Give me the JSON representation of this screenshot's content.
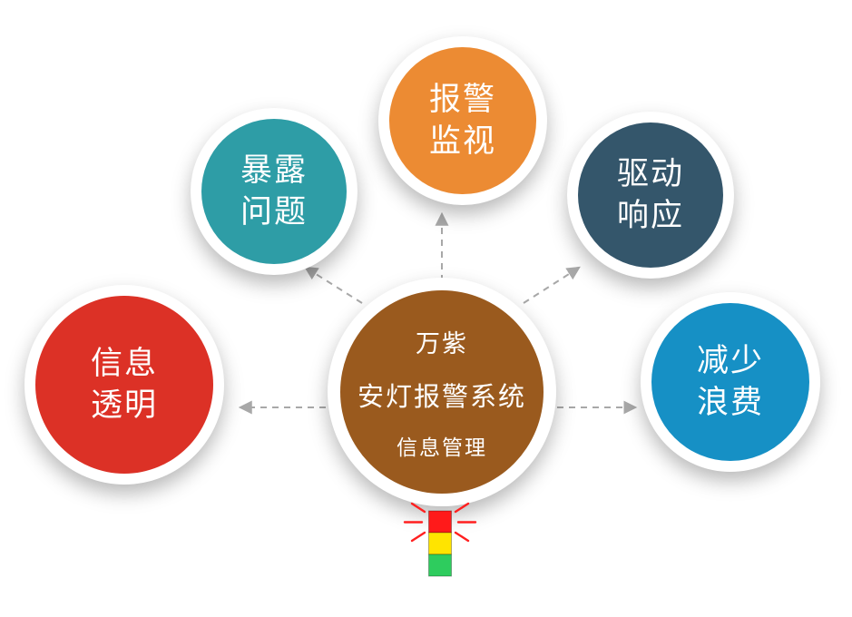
{
  "diagram": {
    "center": {
      "line1": "万紫",
      "line2": "安灯报警系统",
      "line3": "信息管理",
      "color": "#9A5A1E"
    },
    "nodes": [
      {
        "name": "expose-problems",
        "label": "暴露\n问题",
        "color": "#2E9DA6"
      },
      {
        "name": "alarm-monitoring",
        "label": "报警\n监视",
        "color": "#EC8B33"
      },
      {
        "name": "drive-response",
        "label": "驱动\n响应",
        "color": "#34566B"
      },
      {
        "name": "information-transparency",
        "label": "信息\n透明",
        "color": "#DC3126"
      },
      {
        "name": "reduce-waste",
        "label": "减少\n浪费",
        "color": "#1690C5"
      }
    ],
    "arrow_color": "#A8A8A8",
    "andon": {
      "red": "#FF1A1A",
      "yellow": "#FFE400",
      "green": "#2ECC5E",
      "ray_color": "#FF1F1F"
    }
  }
}
